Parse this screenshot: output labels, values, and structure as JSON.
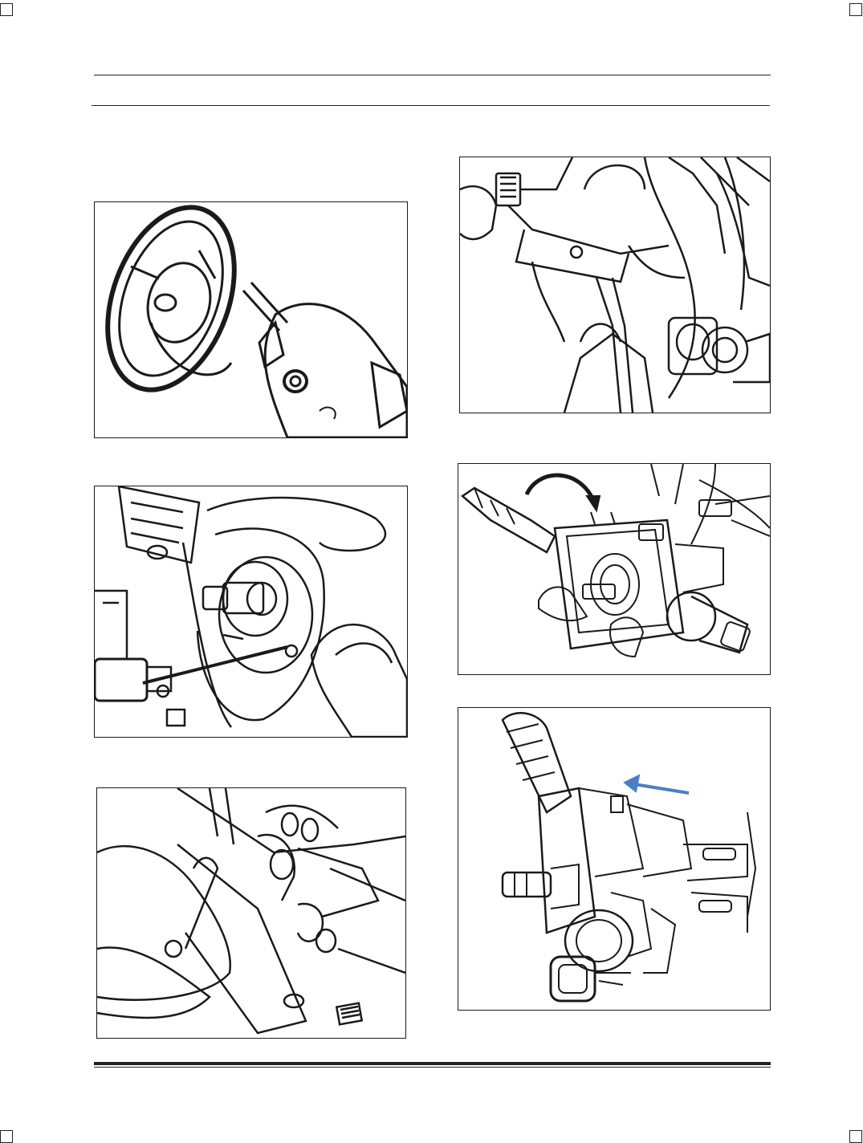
{
  "page": {
    "header_text": "",
    "footer_text": ""
  },
  "figures": [
    {
      "id": "fig-steering-wheel",
      "subject": "steering-wheel-removal"
    },
    {
      "id": "fig-shroud-screw",
      "subject": "column-shroud-screw-removal"
    },
    {
      "id": "fig-lower-shroud",
      "subject": "lower-shroud-removal"
    },
    {
      "id": "fig-column-wiring",
      "subject": "column-wiring-connector"
    },
    {
      "id": "fig-switch-assembly",
      "subject": "combination-switch-release"
    },
    {
      "id": "fig-switch-removed",
      "subject": "combination-switch-removal"
    }
  ],
  "colors": {
    "line": "#1a1a1a",
    "arrow_blue": "#4a7fc4"
  }
}
